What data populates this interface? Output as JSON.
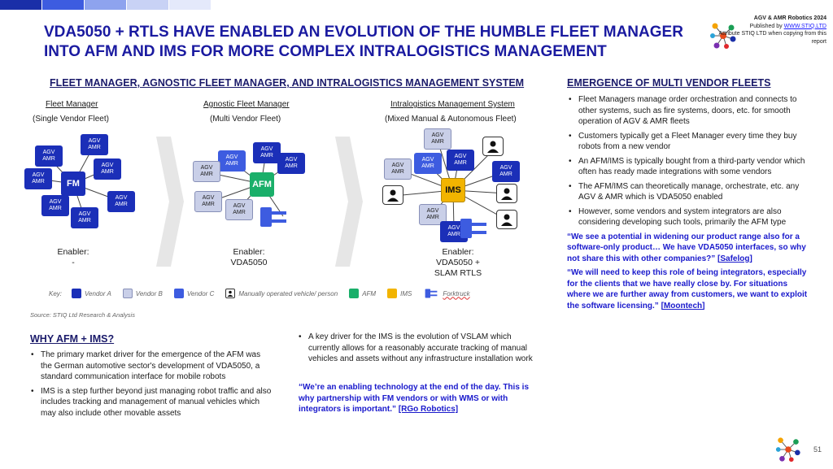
{
  "header": {
    "title": "VDA5050 + RTLS HAVE ENABLED AN EVOLUTION OF THE HUMBLE FLEET MANAGER INTO AFM AND IMS FOR MORE COMPLEX INTRALOGISTICS MANAGEMENT",
    "publisher_title": "AGV & AMR Robotics 2024",
    "publisher_line": "Published by",
    "publisher_link": "WWW.STIQ.LTD",
    "attribution": "Attribute STIQ LTD when copying from this report",
    "bar_colors": [
      "#1a2fa8",
      "#3d5ce0",
      "#8ea3ee",
      "#c8d2f5",
      "#e4e9fb"
    ]
  },
  "diagram": {
    "heading": "FLEET MANAGER, AGNOSTIC FLEET MANAGER, AND INTRALOGISTICS MANAGEMENT SYSTEM",
    "columns": [
      {
        "title": "Fleet Manager",
        "subtitle": "(Single Vendor Fleet)",
        "enabler_label": "Enabler:",
        "enabler_value": "-"
      },
      {
        "title": "Agnostic Fleet Manager",
        "subtitle": "(Multi Vendor Fleet)",
        "enabler_label": "Enabler:",
        "enabler_value": "VDA5050"
      },
      {
        "title": "Intralogistics Management System",
        "subtitle": "(Mixed Manual & Autonomous Fleet)",
        "enabler_label": "Enabler:",
        "enabler_value": "VDA5050 + SLAM RTLS"
      }
    ],
    "node_label": "AGV AMR",
    "hubs": {
      "fm": "FM",
      "afm": "AFM",
      "ims": "IMS"
    },
    "colors": {
      "vendor_a": "#1b2fb8",
      "vendor_b": "#c9cfe8",
      "vendor_c": "#3d5ce0",
      "afm": "#1aaf6a",
      "ims": "#f2b400"
    }
  },
  "legend": {
    "key": "Key:",
    "vendor_a": "Vendor A",
    "vendor_b": "Vendor B",
    "vendor_c": "Vendor C",
    "person": "Manually operated vehicle/ person",
    "afm": "AFM",
    "ims": "IMS",
    "forklift": "Forktruck"
  },
  "source": "Source: STIQ Ltd Research & Analysis",
  "why": {
    "heading": "WHY AFM + IMS?",
    "bullets": [
      "The primary market driver for the emergence of the AFM was the German automotive sector's development of VDA5050, a standard communication interface for mobile robots",
      "IMS is a step further beyond just managing robot traffic and also includes tracking and management of manual vehicles which may also include other movable assets"
    ],
    "mid_bullet": "A key driver for the IMS is the evolution of VSLAM which currently allows for a reasonably accurate tracking of manual vehicles and assets without any infrastructure installation work",
    "quote": "“We’re an enabling technology at the end of the day. This is why partnership with FM vendors or with WMS or with integrators is important.”",
    "quote_src": "[RGo Robotics]"
  },
  "emergence": {
    "heading": "EMERGENCE OF MULTI VENDOR FLEETS",
    "bullets": [
      "Fleet Managers manage order orchestration and connects to other systems, such as fire systems, doors, etc. for smooth operation of AGV & AMR fleets",
      "Customers typically get a Fleet Manager every time they buy robots from a new vendor",
      "An AFM/IMS is typically bought from a third-party vendor which often has ready made integrations with some vendors",
      "The AFM/IMS can theoretically manage, orchestrate, etc. any AGV & AMR which is VDA5050 enabled",
      "However, some vendors and system integrators are also considering developing such tools, primarily the AFM type"
    ],
    "quote1": "“We see a potential in widening our product range also for a software-only product… We have VDA5050 interfaces, so why not share this with other companies?”",
    "quote1_src": "[Safelog]",
    "quote2": "“We will need to keep this role of being integrators, especially for the clients that we have really close by. For situations where we are further away from customers, we want to exploit the software licensing.”",
    "quote2_src": "[Moontech]"
  },
  "page_number": "51"
}
